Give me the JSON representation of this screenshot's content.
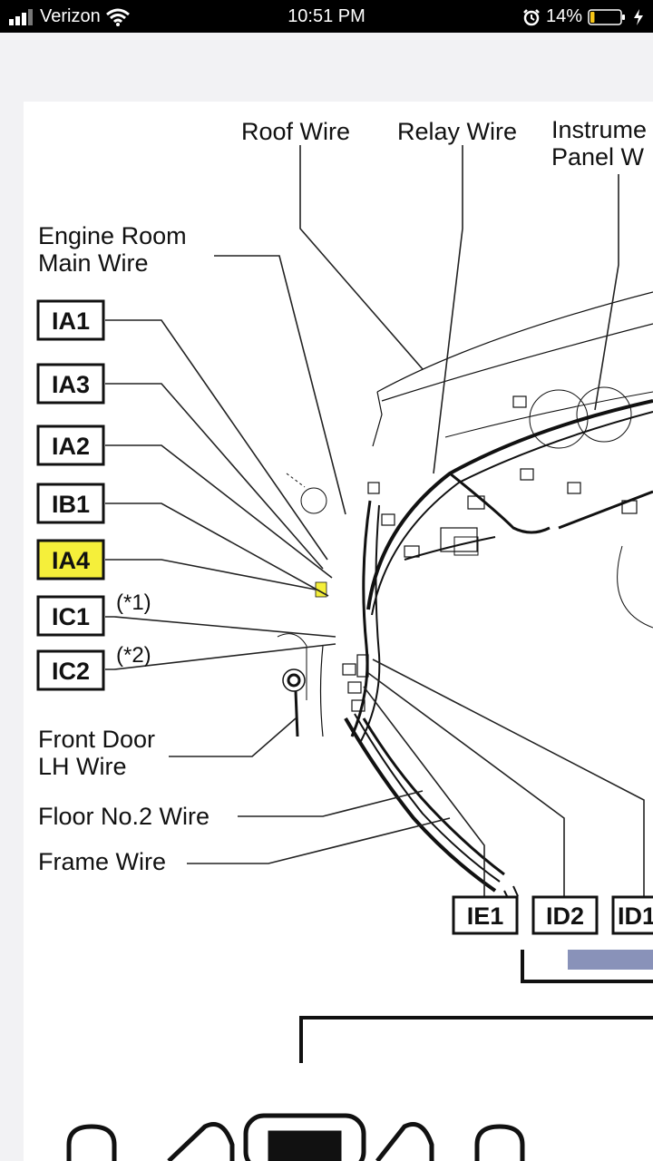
{
  "status_bar": {
    "carrier": "Verizon",
    "time": "10:51 PM",
    "battery_percent": "14%",
    "battery_level": 0.14,
    "icons": [
      "signal-icon",
      "wifi-icon",
      "alarm-icon",
      "battery-icon",
      "charging-icon"
    ]
  },
  "diagram": {
    "labels": {
      "roof_wire": "Roof Wire",
      "relay_wire": "Relay Wire",
      "instrument_panel_1": "Instrume",
      "instrument_panel_2": "Panel W",
      "engine_room_1": "Engine Room",
      "engine_room_2": "Main Wire",
      "front_door_1": "Front Door",
      "front_door_2": "LH Wire",
      "floor_no2": "Floor No.2 Wire",
      "frame_wire": "Frame Wire"
    },
    "connectors": {
      "ia1": "IA1",
      "ia3": "IA3",
      "ia2": "IA2",
      "ib1": "IB1",
      "ia4": "IA4",
      "ic1": "IC1",
      "ic2": "IC2",
      "ie1": "IE1",
      "id2": "ID2",
      "id1": "ID1"
    },
    "notes": {
      "note1": "(*1)",
      "note2": "(*2)"
    },
    "highlight_color": "#f5ef3a"
  }
}
